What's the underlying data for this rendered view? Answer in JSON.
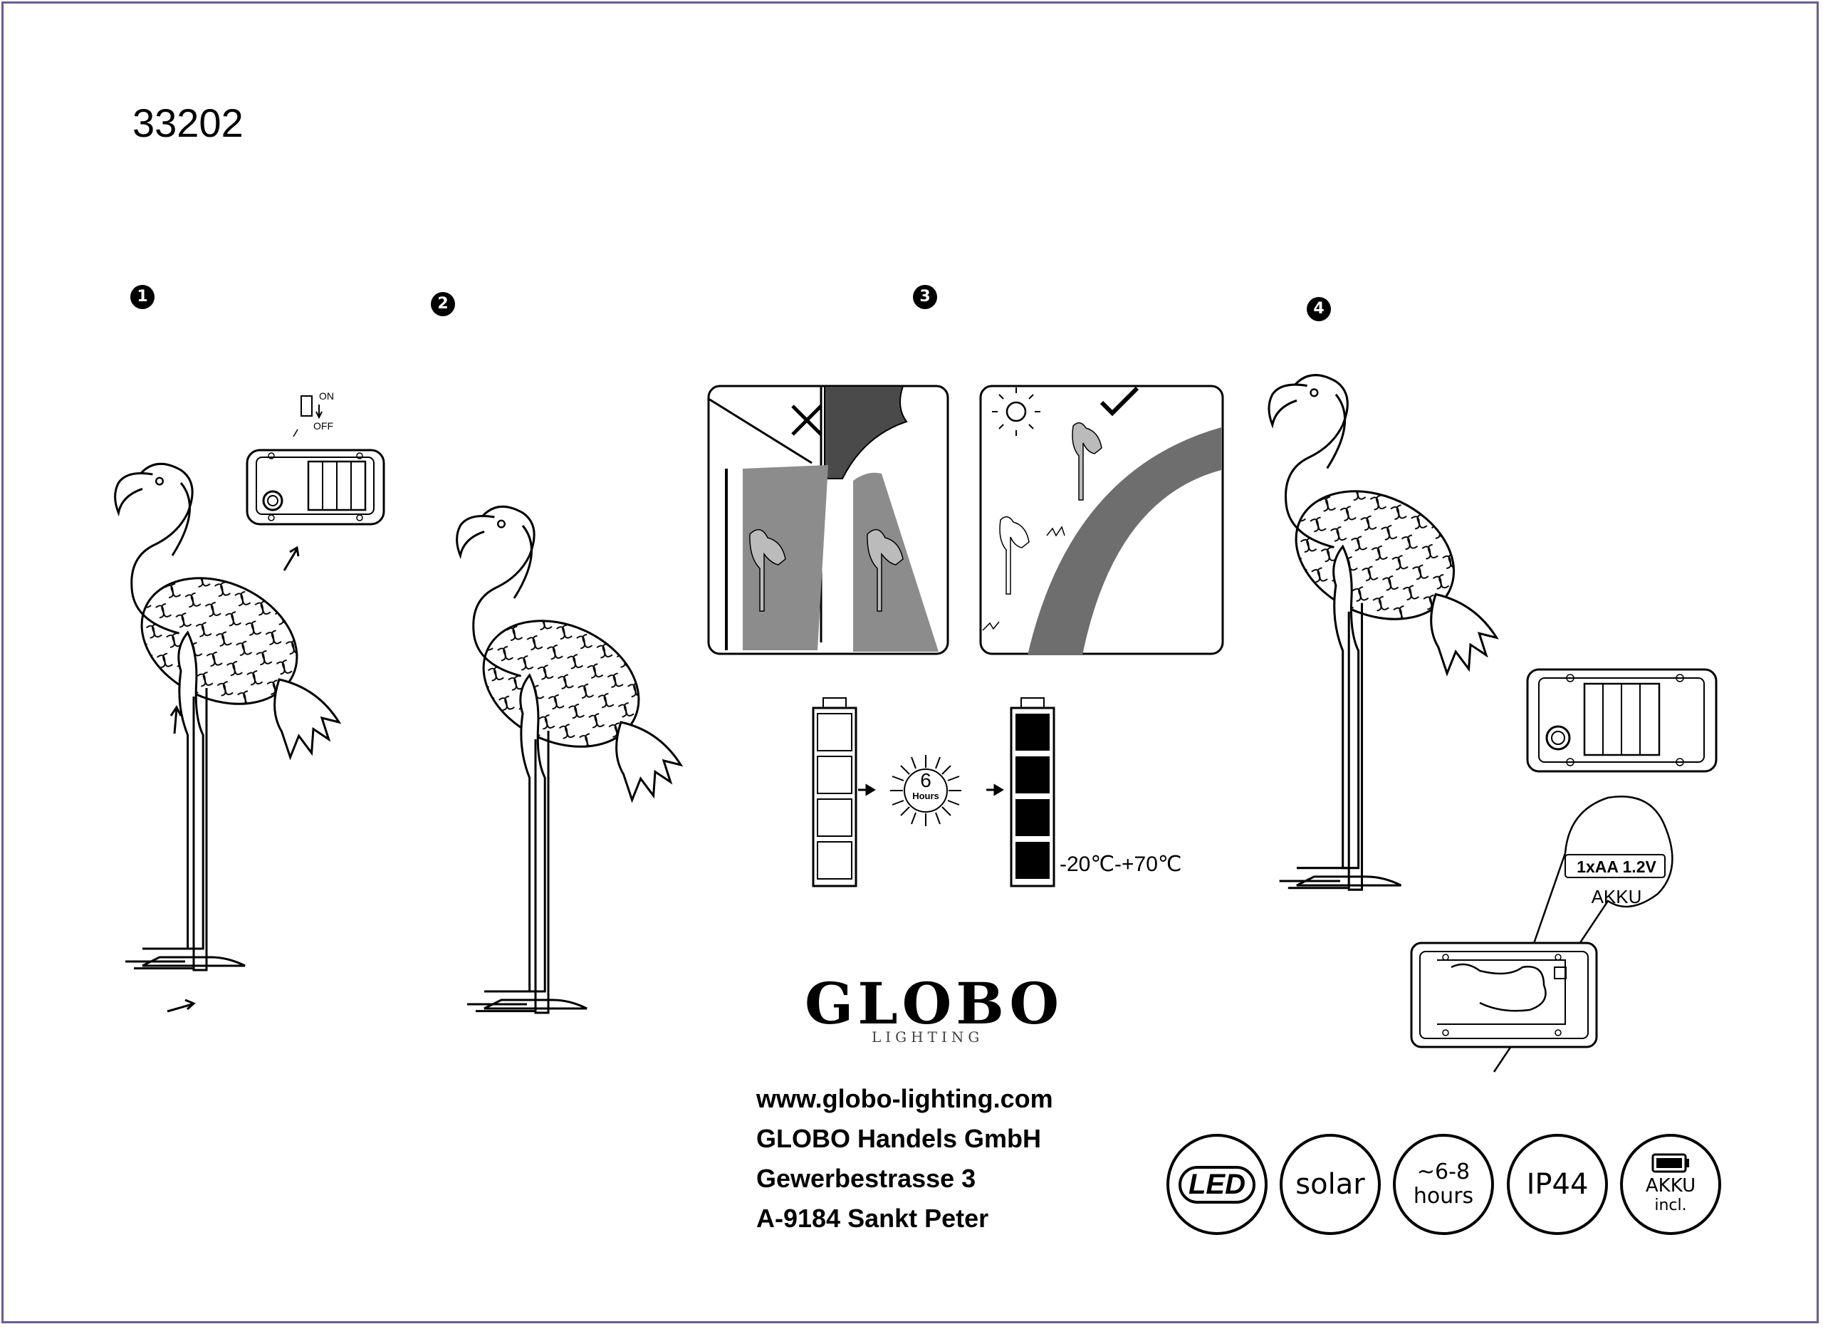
{
  "model_number": "33202",
  "steps": [
    "1",
    "2",
    "3",
    "4"
  ],
  "switch": {
    "on_label": "ON",
    "off_label": "OFF"
  },
  "charge": {
    "hours_value": "6",
    "hours_label": "Hours",
    "temperature_range": "-20℃-+70℃"
  },
  "battery_spec": {
    "type": "1xAA 1.2V",
    "kind": "AKKU"
  },
  "brand": {
    "name": "GLOBO",
    "sub": "LIGHTING"
  },
  "address": {
    "website": "www.globo-lighting.com",
    "company": "GLOBO Handels GmbH",
    "street": "Gewerbestrasse 3",
    "city": "A-9184 Sankt Peter"
  },
  "badges": {
    "led": "LED",
    "solar": "solar",
    "hours_top": "~6-8",
    "hours_bottom": "hours",
    "ip": "IP44",
    "akku_top": "AKKU",
    "akku_bottom": "incl."
  },
  "colors": {
    "frame": "#6a5c8f",
    "shade": "#8c8c8c",
    "dark": "#4a4a4a"
  }
}
